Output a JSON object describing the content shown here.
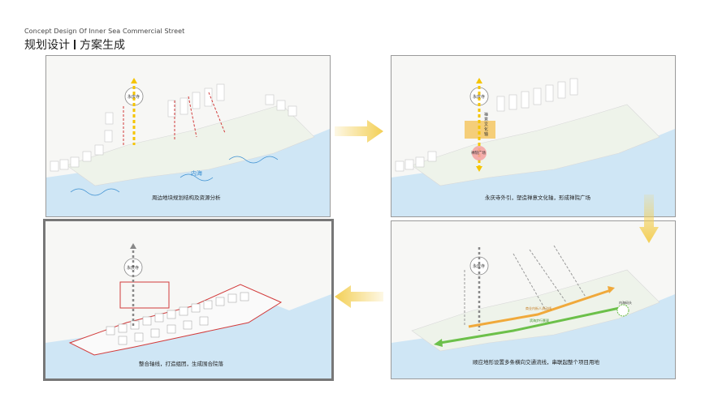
{
  "header": {
    "subtitle_en": "Concept Design Of Inner Sea Commercial Street",
    "title_cn": "规划设计",
    "title_cn_2": "方案生成"
  },
  "panels": [
    {
      "caption": "周边地块规划结构及资源分析",
      "temple_label": "永庆寺",
      "sea_label": "内海"
    },
    {
      "caption": "永庆寺外引，塑造禅意文化轴，形成禅院广场",
      "temple_label": "永庆寺",
      "axis_label": "禅意文化轴",
      "plaza_label": "禅院广场"
    },
    {
      "caption": "顺应地形设置多条横向交通流线，串联起整个项目用地",
      "temple_label": "永庆寺",
      "route1_label": "商业内街人流动线",
      "route2_label": "滨海步行景观",
      "node_label": "内海码头"
    },
    {
      "caption": "整合轴线，打造组团，生成围合院落",
      "temple_label": "永庆寺"
    }
  ],
  "colors": {
    "sea": "#cfe6f5",
    "axis_yellow": "#f5c400",
    "route_orange": "#f0a93b",
    "route_green": "#6cc04a",
    "boundary_red": "#d23b3b",
    "arrow_yellow": "#f3cf55"
  },
  "icons": [
    "arrow-right-icon",
    "arrow-down-icon",
    "arrow-left-icon"
  ]
}
